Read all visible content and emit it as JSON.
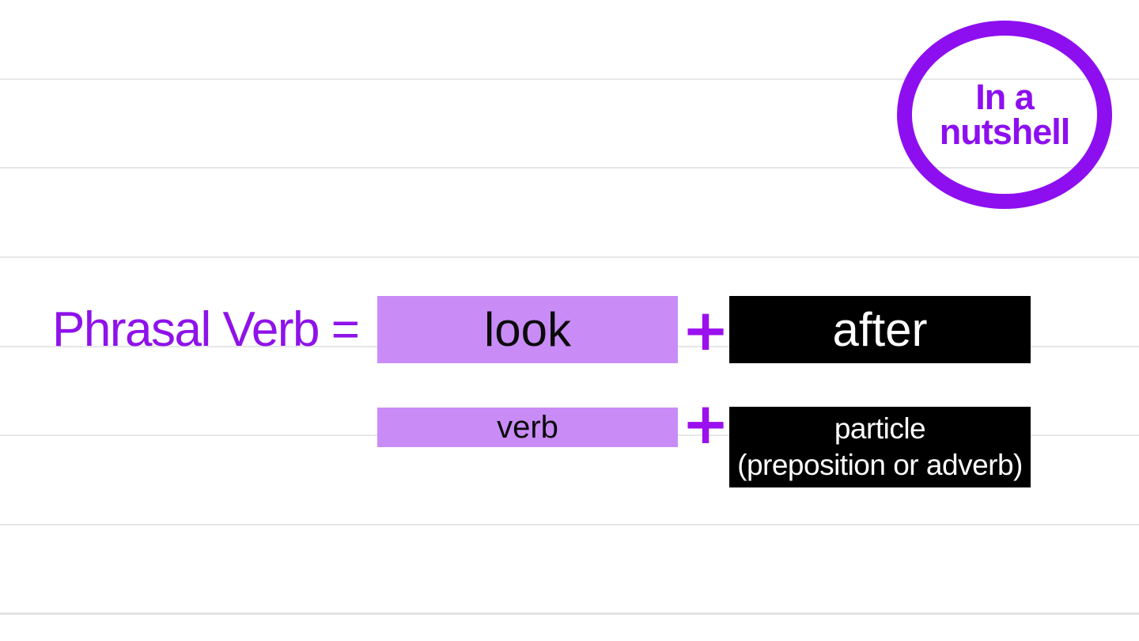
{
  "badge": {
    "line1": "In a",
    "line2": "nutshell"
  },
  "equation": {
    "label": "Phrasal Verb =",
    "operator": "+",
    "verb_example": "look",
    "particle_example": "after",
    "verb_category": "verb",
    "particle_category": "particle",
    "particle_category_note": "(preposition or adverb)"
  },
  "colors": {
    "accent_purple": "#8d0ff0",
    "heading_purple": "#8e12ea",
    "plus_purple": "#9b10ee",
    "light_purple_box": "#c98cf7",
    "black_box": "#000000",
    "box_text_light": "#ffffff",
    "box_text_dark": "#0b0b0b",
    "ruled_line": "#e7e7e7",
    "background": "#ffffff"
  }
}
